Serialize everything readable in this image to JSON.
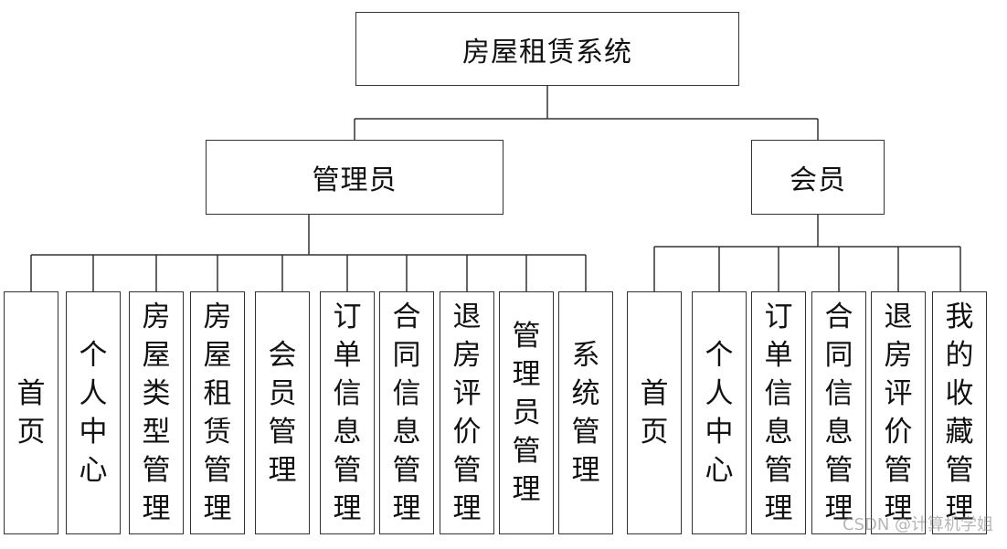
{
  "root": "房屋租赁系统",
  "groups": [
    {
      "label": "管理员",
      "children": [
        "首页",
        "个人中心",
        "房屋类型管理",
        "房屋租赁管理",
        "会员管理",
        "订单信息管理",
        "合同信息管理",
        "退房评价管理",
        "管理员管理",
        "系统管理"
      ]
    },
    {
      "label": "会员",
      "children": [
        "首页",
        "个人中心",
        "订单信息管理",
        "合同信息管理",
        "退房评价管理",
        "我的收藏管理"
      ]
    }
  ],
  "watermark": "CSDN @计算机学姐"
}
